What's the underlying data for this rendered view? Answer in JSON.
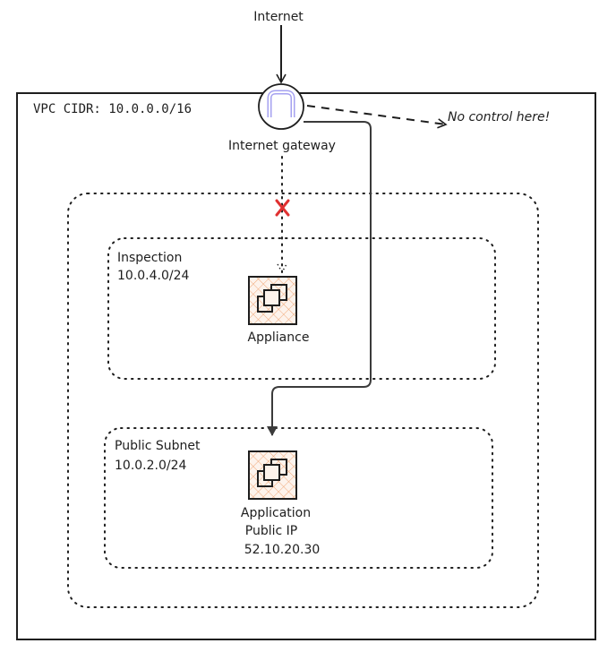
{
  "title": "AWS VPC ingress inspection diagram",
  "labels": {
    "internet": "Internet",
    "internet_gateway": "Internet gateway",
    "no_control_note": "No control here!",
    "vpc_cidr": "VPC CIDR: 10.0.0.0/16",
    "inspection_subnet_name": "Inspection",
    "inspection_subnet_cidr": "10.0.4.0/24",
    "appliance": "Appliance",
    "public_subnet_name": "Public Subnet",
    "public_subnet_cidr": "10.0.2.0/24",
    "application": "Application",
    "public_ip_label": "Public IP",
    "public_ip_value": "52.10.20.30"
  },
  "icons": {
    "internet_gateway": "igw-arch-icon",
    "appliance": "ec2-instances-icon",
    "application": "ec2-instances-icon",
    "blocked": "red-x-icon"
  },
  "colors": {
    "stroke": "#1e1e1e",
    "igw_glyph": "#a5a1f0",
    "instance_hatch": "#f0a878",
    "instance_bg": "#fdf3ec",
    "blocked": "#e03131",
    "route_line": "#3b3b3b"
  },
  "connections": [
    {
      "from": "Internet",
      "to": "Internet gateway",
      "style": "solid"
    },
    {
      "from": "Internet gateway",
      "to": "No control here!",
      "style": "dashed"
    },
    {
      "from": "Internet gateway",
      "to": "Appliance",
      "style": "dotted",
      "blocked": true
    },
    {
      "from": "Internet gateway",
      "to": "Application",
      "style": "solid"
    }
  ]
}
